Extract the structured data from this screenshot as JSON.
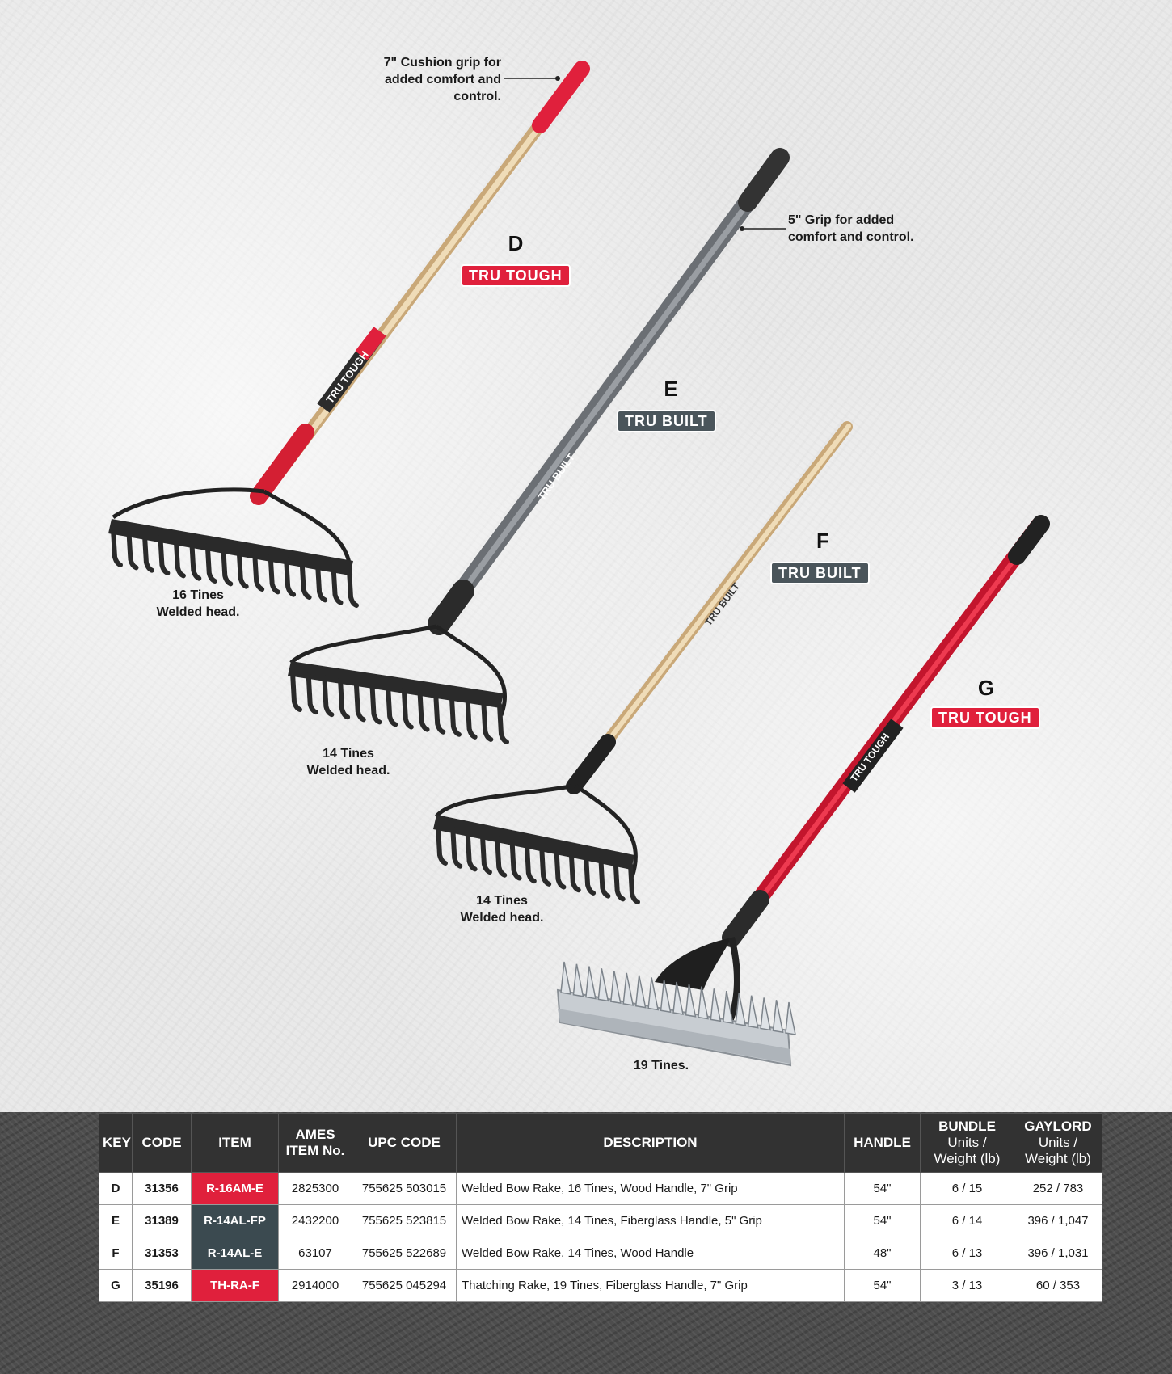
{
  "callouts": {
    "d_grip": [
      "7\" Cushion grip for",
      "added comfort and",
      "control."
    ],
    "e_grip": [
      "5\" Grip for added",
      "comfort and control."
    ],
    "d_tines": [
      "16 Tines",
      "Welded head."
    ],
    "e_tines": [
      "14 Tines",
      "Welded head."
    ],
    "f_tines": [
      "14 Tines",
      "Welded head."
    ],
    "g_tines": [
      "19 Tines."
    ]
  },
  "products": [
    {
      "key": "D",
      "brand": "TRU TOUGH",
      "brand_style": "tough"
    },
    {
      "key": "E",
      "brand": "TRU BUILT",
      "brand_style": "built"
    },
    {
      "key": "F",
      "brand": "TRU BUILT",
      "brand_style": "built"
    },
    {
      "key": "G",
      "brand": "TRU TOUGH",
      "brand_style": "tough"
    }
  ],
  "handle_labels": {
    "d": "TRU TOUGH",
    "e": "TRU BUILT",
    "f": "TRU BUILT",
    "g": "TRU TOUGH"
  },
  "table": {
    "headers": {
      "key": "KEY",
      "code": "CODE",
      "item": "ITEM",
      "ames": [
        "AMES",
        "ITEM No."
      ],
      "upc": "UPC CODE",
      "description": "DESCRIPTION",
      "handle": "HANDLE",
      "bundle": [
        "BUNDLE",
        "Units /",
        "Weight (lb)"
      ],
      "gaylord": [
        "GAYLORD",
        "Units /",
        "Weight (lb)"
      ]
    },
    "rows": [
      {
        "key": "D",
        "code": "31356",
        "item": "R-16AM-E",
        "ames": "2825300",
        "upc": "755625 503015",
        "description": "Welded Bow Rake, 16 Tines, Wood Handle, 7\" Grip",
        "handle": "54\"",
        "bundle": "6 / 15",
        "gaylord": "252 / 783"
      },
      {
        "key": "E",
        "code": "31389",
        "item": "R-14AL-FP",
        "ames": "2432200",
        "upc": "755625 523815",
        "description": "Welded Bow Rake, 14 Tines, Fiberglass Handle, 5\" Grip",
        "handle": "54\"",
        "bundle": "6 / 14",
        "gaylord": "396 / 1,047"
      },
      {
        "key": "F",
        "code": "31353",
        "item": "R-14AL-E",
        "ames": "63107",
        "upc": "755625 522689",
        "description": "Welded Bow Rake, 14 Tines, Wood Handle",
        "handle": "48\"",
        "bundle": "6 / 13",
        "gaylord": "396 / 1,031"
      },
      {
        "key": "G",
        "code": "35196",
        "item": "TH-RA-F",
        "ames": "2914000",
        "upc": "755625 045294",
        "description": "Thatching Rake, 19 Tines, Fiberglass Handle, 7\" Grip",
        "handle": "54\"",
        "bundle": "3 / 13",
        "gaylord": "60 / 353"
      }
    ]
  },
  "colors": {
    "tru_tough": "#e0203c",
    "tru_built": "#4a555b",
    "header_bg": "#323232"
  }
}
